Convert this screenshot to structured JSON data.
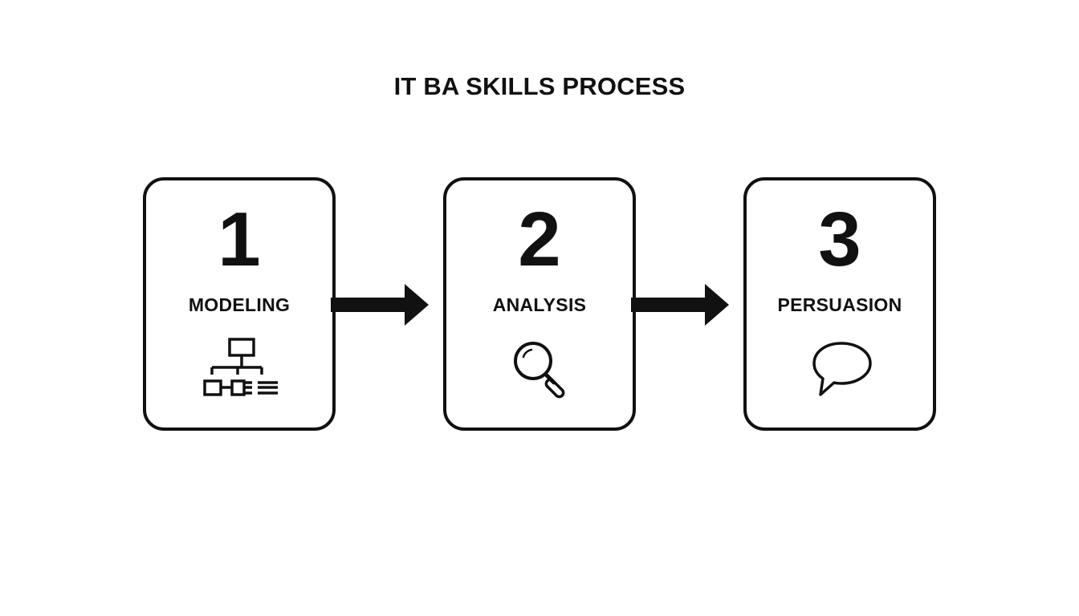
{
  "title": "IT BA SKILLS PROCESS",
  "steps": [
    {
      "number": "1",
      "label": "MODELING",
      "icon": "org-chart-icon"
    },
    {
      "number": "2",
      "label": "ANALYSIS",
      "icon": "magnifier-icon"
    },
    {
      "number": "3",
      "label": "PERSUASION",
      "icon": "speech-bubble-icon"
    }
  ],
  "colors": {
    "stroke": "#111111",
    "background": "#ffffff"
  }
}
